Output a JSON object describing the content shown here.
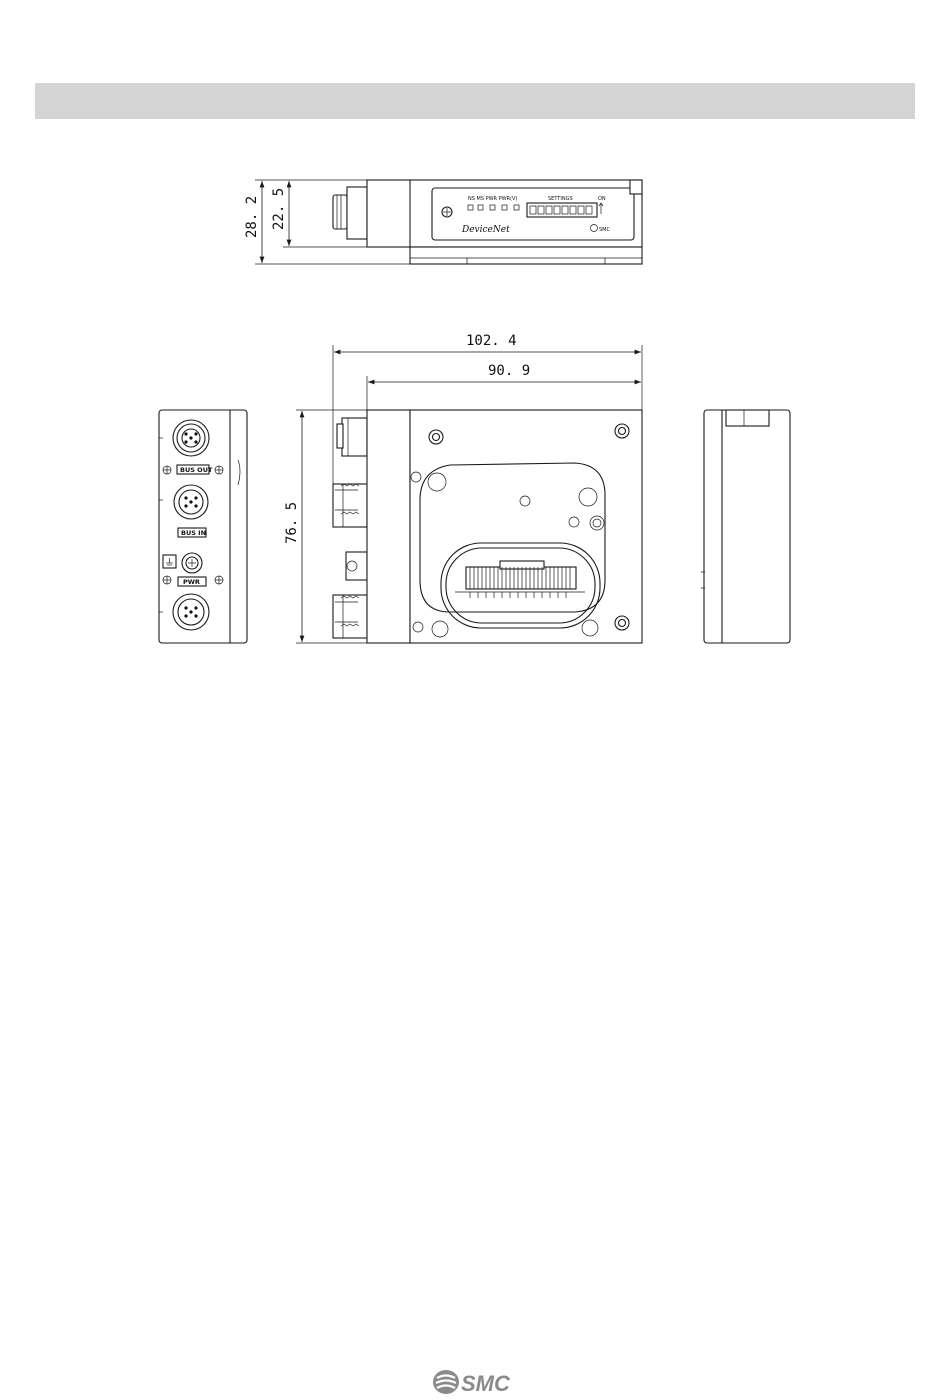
{
  "dimensions": {
    "overall_length": "102. 4",
    "body_length": "90. 9",
    "height": "76. 5",
    "top_height_total": "28. 2",
    "top_height_body": "22. 5"
  },
  "side_view_labels": {
    "bus_out": "BUS OUT",
    "bus_in": "BUS IN",
    "pwr": "PWR"
  },
  "top_view_labels": {
    "leds": "NS  MS  PWR  PWR(V)",
    "switches": "SETTINGS",
    "brand_script": "DeviceNet",
    "maker": "SMC",
    "on": "ON"
  },
  "footer": {
    "logo_text": "SMC"
  },
  "colors": {
    "header_band": "#d4d4d4",
    "line": "#1a1a1a"
  }
}
